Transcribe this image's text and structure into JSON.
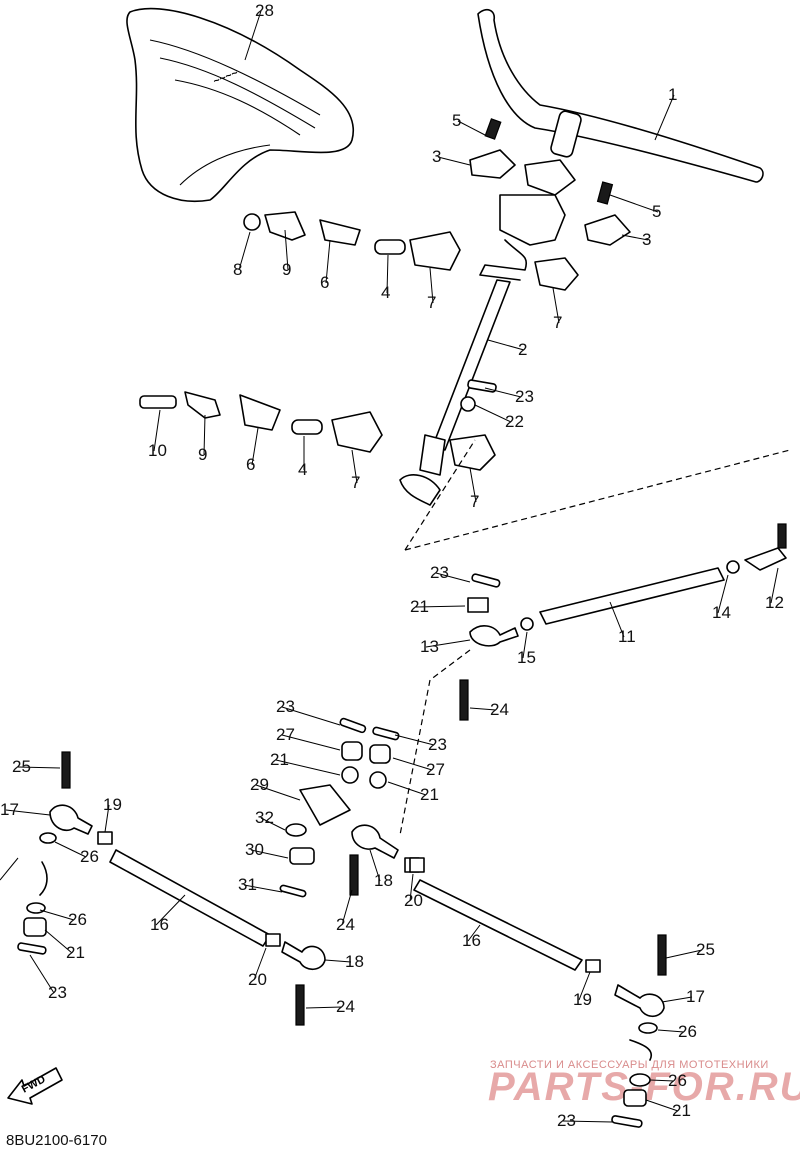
{
  "diagram_code": "8BU2100-6170",
  "fwd_marker": "FWD",
  "watermark": {
    "tagline": "ЗАПЧАСТИ И АКСЕССУАРЫ ДЛЯ МОТОТЕХНИКИ",
    "logo": "PARTS-FOR.RU"
  },
  "callouts": [
    {
      "id": "c1",
      "label": "1"
    },
    {
      "id": "c2",
      "label": "2"
    },
    {
      "id": "c3a",
      "label": "3"
    },
    {
      "id": "c3b",
      "label": "3"
    },
    {
      "id": "c4a",
      "label": "4"
    },
    {
      "id": "c4b",
      "label": "4"
    },
    {
      "id": "c5a",
      "label": "5"
    },
    {
      "id": "c5b",
      "label": "5"
    },
    {
      "id": "c6a",
      "label": "6"
    },
    {
      "id": "c6b",
      "label": "6"
    },
    {
      "id": "c7a",
      "label": "7"
    },
    {
      "id": "c7b",
      "label": "7"
    },
    {
      "id": "c7c",
      "label": "7"
    },
    {
      "id": "c7d",
      "label": "7"
    },
    {
      "id": "c8",
      "label": "8"
    },
    {
      "id": "c9a",
      "label": "9"
    },
    {
      "id": "c9b",
      "label": "9"
    },
    {
      "id": "c10",
      "label": "10"
    },
    {
      "id": "c11",
      "label": "11"
    },
    {
      "id": "c12",
      "label": "12"
    },
    {
      "id": "c13",
      "label": "13"
    },
    {
      "id": "c14",
      "label": "14"
    },
    {
      "id": "c15",
      "label": "15"
    },
    {
      "id": "c16a",
      "label": "16"
    },
    {
      "id": "c16b",
      "label": "16"
    },
    {
      "id": "c17a",
      "label": "17"
    },
    {
      "id": "c17b",
      "label": "17"
    },
    {
      "id": "c18a",
      "label": "18"
    },
    {
      "id": "c18b",
      "label": "18"
    },
    {
      "id": "c19a",
      "label": "19"
    },
    {
      "id": "c19b",
      "label": "19"
    },
    {
      "id": "c20a",
      "label": "20"
    },
    {
      "id": "c20b",
      "label": "20"
    },
    {
      "id": "c21a",
      "label": "21"
    },
    {
      "id": "c21b",
      "label": "21"
    },
    {
      "id": "c21c",
      "label": "21"
    },
    {
      "id": "c21d",
      "label": "21"
    },
    {
      "id": "c21e",
      "label": "21"
    },
    {
      "id": "c22",
      "label": "22"
    },
    {
      "id": "c23a",
      "label": "23"
    },
    {
      "id": "c23b",
      "label": "23"
    },
    {
      "id": "c23c",
      "label": "23"
    },
    {
      "id": "c23d",
      "label": "23"
    },
    {
      "id": "c23e",
      "label": "23"
    },
    {
      "id": "c23f",
      "label": "23"
    },
    {
      "id": "c24a",
      "label": "24"
    },
    {
      "id": "c24b",
      "label": "24"
    },
    {
      "id": "c24c",
      "label": "24"
    },
    {
      "id": "c25a",
      "label": "25"
    },
    {
      "id": "c25b",
      "label": "25"
    },
    {
      "id": "c26a",
      "label": "26"
    },
    {
      "id": "c26b",
      "label": "26"
    },
    {
      "id": "c26c",
      "label": "26"
    },
    {
      "id": "c26d",
      "label": "26"
    },
    {
      "id": "c27a",
      "label": "27"
    },
    {
      "id": "c27b",
      "label": "27"
    },
    {
      "id": "c28",
      "label": "28"
    },
    {
      "id": "c29",
      "label": "29"
    },
    {
      "id": "c30",
      "label": "30"
    },
    {
      "id": "c31",
      "label": "31"
    },
    {
      "id": "c32",
      "label": "32"
    }
  ]
}
